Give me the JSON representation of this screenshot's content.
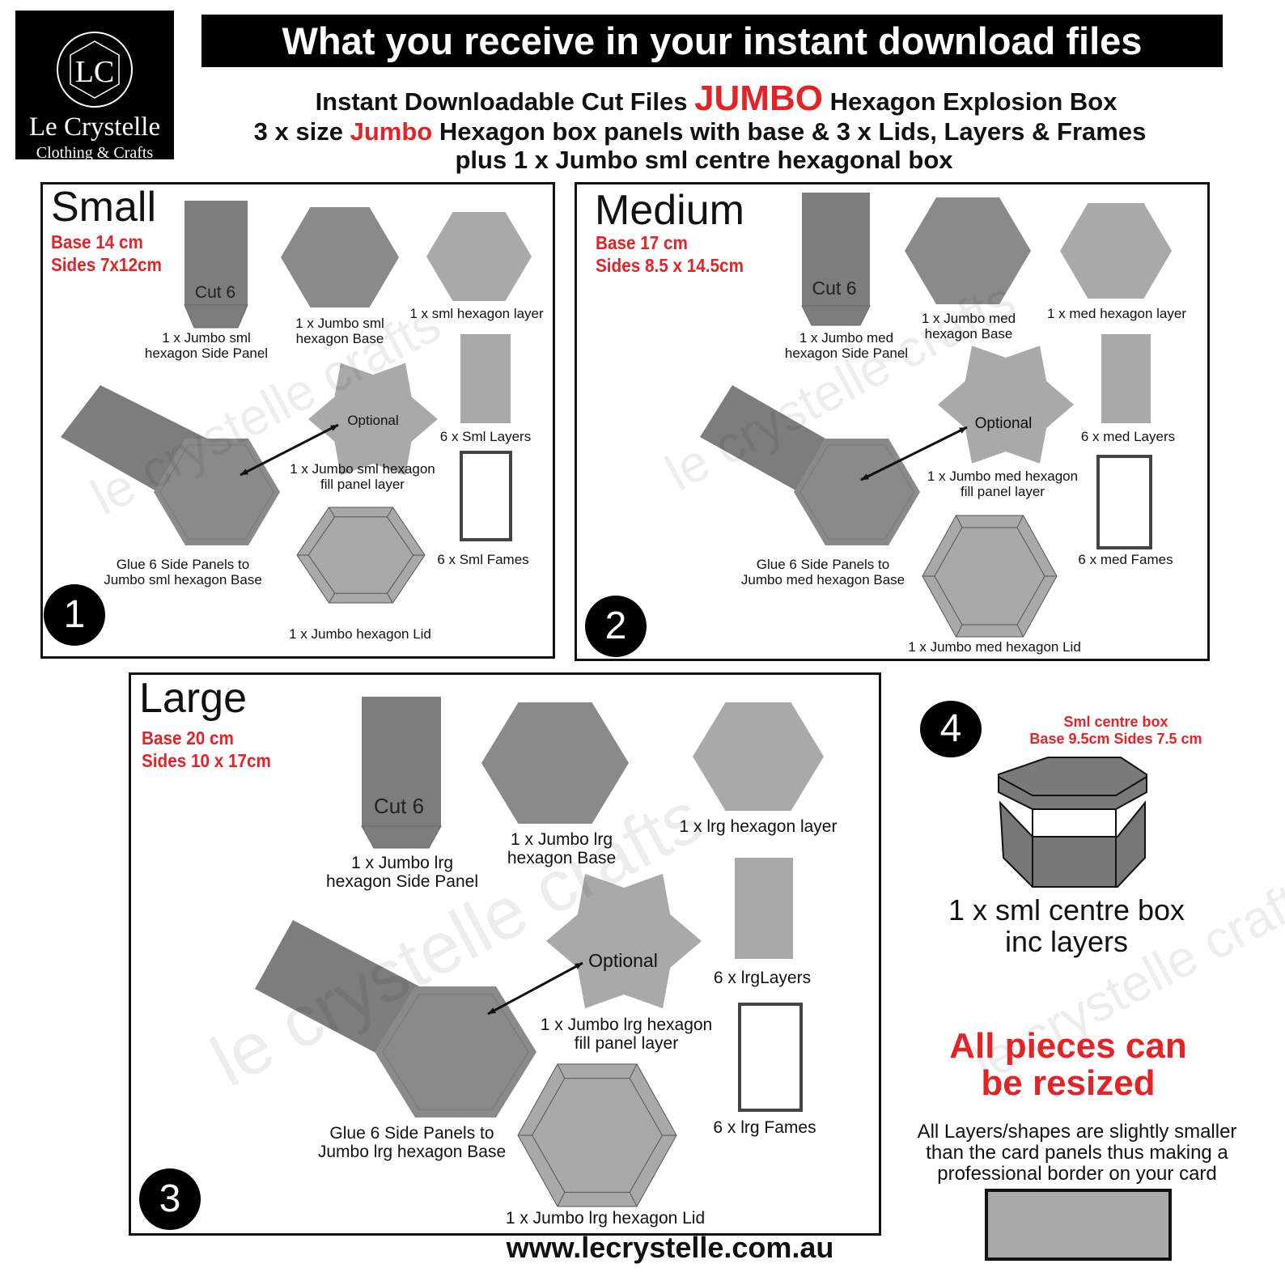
{
  "logo": {
    "monogram": "LC",
    "name": "Le Crystelle",
    "tagline": "Clothing & Crafts"
  },
  "header": {
    "title": "What you receive in your instant download files",
    "line1_a": "Instant Downloadable Cut Files",
    "line1_red": "JUMBO",
    "line1_b": "Hexagon Explosion Box",
    "line2_a": "3 x size",
    "line2_red": "Jumbo",
    "line2_b": "Hexagon box panels with base & 3 x Lids, Layers & Frames",
    "line3": "plus 1 x Jumbo sml centre hexagonal box"
  },
  "panels": [
    {
      "number": "1",
      "title": "Small",
      "base": "Base 14 cm",
      "sides": "Sides 7x12cm",
      "cut": "Cut 6",
      "side_panel": [
        "1 x Jumbo sml",
        "hexagon Side Panel"
      ],
      "base_label": [
        "1 x Jumbo sml",
        "hexagon Base"
      ],
      "layer": "1 x sml hexagon layer",
      "layers": "6 x Sml Layers",
      "frames": "6 x Sml Fames",
      "optional": "Optional",
      "fill": [
        "1 x Jumbo sml hexagon",
        "fill panel layer"
      ],
      "glue": [
        "Glue 6 Side Panels to",
        "Jumbo sml hexagon Base"
      ],
      "lid": "1 x Jumbo hexagon Lid"
    },
    {
      "number": "2",
      "title": "Medium",
      "base": "Base 17 cm",
      "sides": "Sides 8.5 x 14.5cm",
      "cut": "Cut 6",
      "side_panel": [
        "1 x Jumbo med",
        "hexagon Side Panel"
      ],
      "base_label": [
        "1 x Jumbo med",
        "hexagon Base"
      ],
      "layer": "1 x med hexagon layer",
      "layers": "6 x med Layers",
      "frames": "6 x med Fames",
      "optional": "Optional",
      "fill": [
        "1 x Jumbo med hexagon",
        "fill panel layer"
      ],
      "glue": [
        "Glue 6 Side Panels to",
        "Jumbo med hexagon Base"
      ],
      "lid": "1 x Jumbo med hexagon Lid"
    },
    {
      "number": "3",
      "title": "Large",
      "base": "Base 20 cm",
      "sides": "Sides 10 x 17cm",
      "cut": "Cut 6",
      "side_panel": [
        "1 x Jumbo lrg",
        "hexagon Side Panel"
      ],
      "base_label": [
        "1 x Jumbo lrg",
        "hexagon Base"
      ],
      "layer": "1 x lrg hexagon layer",
      "layers": "6 x lrgLayers",
      "frames": "6 x lrg Fames",
      "optional": "Optional",
      "fill": [
        "1 x Jumbo lrg hexagon",
        "fill panel layer"
      ],
      "glue": [
        "Glue 6 Side Panels to",
        "Jumbo lrg hexagon Base"
      ],
      "lid": "1 x Jumbo lrg hexagon Lid"
    }
  ],
  "centre_box": {
    "number": "4",
    "title": "Sml centre box",
    "dims": "Base 9.5cm Sides 7.5 cm",
    "label": [
      "1 x sml centre box",
      "inc layers"
    ]
  },
  "resize": {
    "headline": [
      "All pieces can",
      "be resized"
    ],
    "note": [
      "All Layers/shapes are slightly smaller",
      "than the card panels thus making a",
      "professional border on your card"
    ]
  },
  "footer": {
    "url": "www.lecrystelle.com.au"
  },
  "watermark": "le crystelle crafts",
  "colors": {
    "dark": "#7d7d7d",
    "mid": "#8a8a8a",
    "light": "#a9a9a9",
    "red": "#e52326"
  }
}
